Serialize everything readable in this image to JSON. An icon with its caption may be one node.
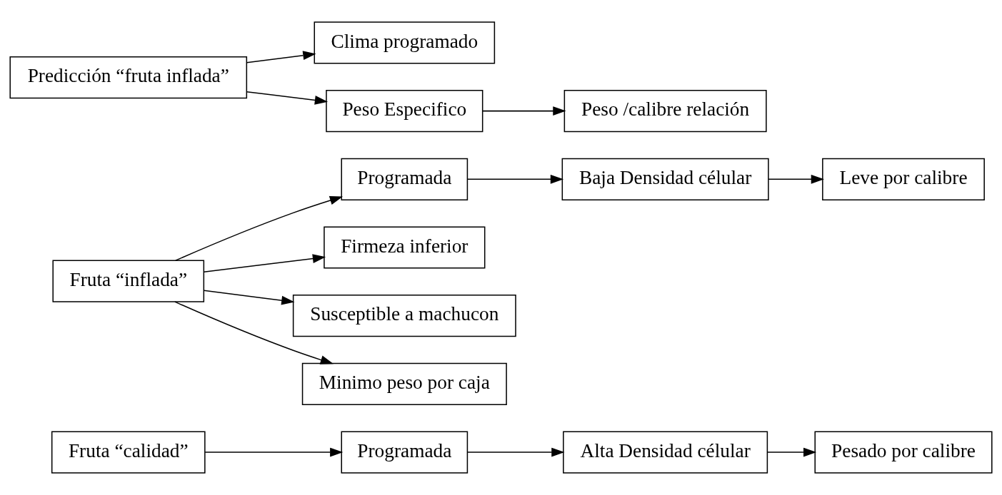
{
  "diagram": {
    "nodes": [
      {
        "text": [
          "Fruta “calidad”"
        ]
      },
      {
        "text": [
          "Programada"
        ]
      },
      {
        "text": [
          "Alta Densidad célular"
        ]
      },
      {
        "text": [
          "Pesado por calibre"
        ]
      },
      {
        "text": [
          "Fruta “inflada”"
        ]
      },
      {
        "text": [
          "Programada"
        ]
      },
      {
        "text": [
          "Baja Densidad célular"
        ]
      },
      {
        "text": [
          "Leve por calibre"
        ]
      },
      {
        "text": [
          "Firmeza inferior"
        ]
      },
      {
        "text": [
          "Susceptible a machucon"
        ]
      },
      {
        "text": [
          "Minimo peso por caja"
        ]
      },
      {
        "text": [
          "Clima programado"
        ]
      },
      {
        "text": [
          "Predicción “fruta inflada”"
        ]
      },
      {
        "text": [
          "Peso Especifico"
        ]
      },
      {
        "text": [
          "Peso /calibre relación"
        ]
      }
    ],
    "edges": [
      {
        "from": 0,
        "to": 1,
        "arrow": "to"
      },
      {
        "from": 1,
        "to": 2,
        "arrow": "to"
      },
      {
        "from": 2,
        "to": 3,
        "arrow": "to"
      },
      {
        "from": 4,
        "to": 5,
        "arrow": "to"
      },
      {
        "from": 5,
        "to": 6,
        "arrow": "to"
      },
      {
        "from": 6,
        "to": 7,
        "arrow": "to"
      },
      {
        "from": 4,
        "to": 8,
        "arrow": "to"
      },
      {
        "from": 4,
        "to": 9,
        "arrow": "to"
      },
      {
        "from": 4,
        "to": 10,
        "arrow": "to"
      },
      {
        "from": 12,
        "to": 11,
        "arrow": "to"
      },
      {
        "from": 12,
        "to": 13,
        "arrow": "to"
      },
      {
        "from": 13,
        "to": 14,
        "arrow": "to"
      }
    ]
  }
}
